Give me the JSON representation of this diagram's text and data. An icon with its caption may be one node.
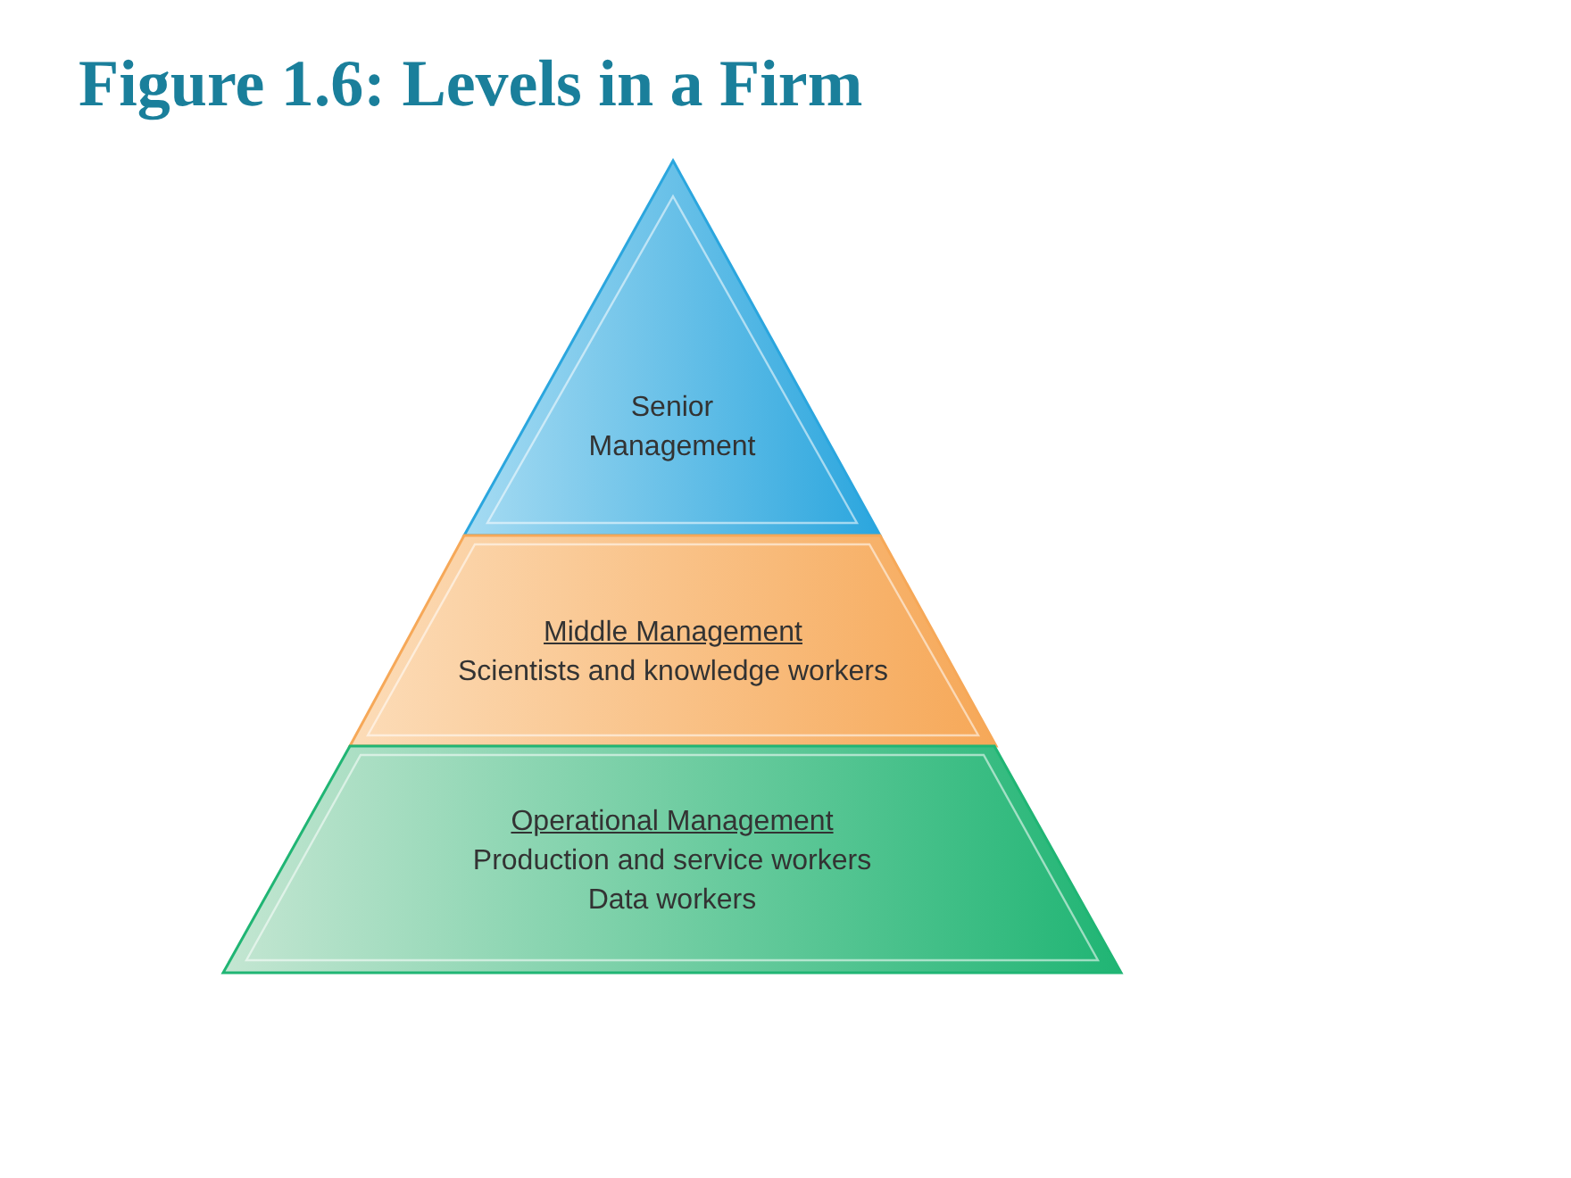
{
  "diagram": {
    "title": "Figure 1.6: Levels in a Firm",
    "nodes": [
      {
        "text": [
          "Senior Management"
        ]
      },
      {
        "text": [
          "Middle Management",
          "Scientists and knowledge workers"
        ]
      },
      {
        "text": [
          "Operational Management",
          "Production and service workers",
          "Data workers"
        ]
      }
    ]
  }
}
